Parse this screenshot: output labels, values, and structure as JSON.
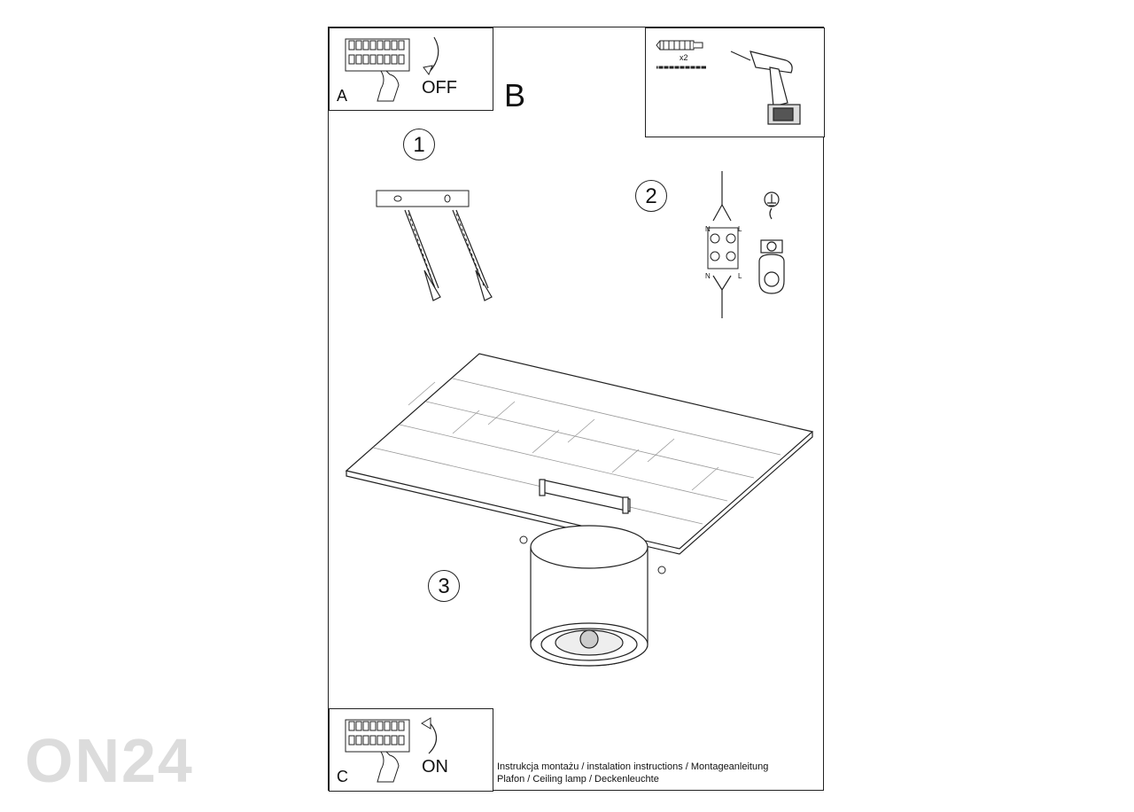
{
  "watermark": "ON24",
  "panel_a": {
    "letter": "A",
    "switch_label": "OFF"
  },
  "panel_b": {
    "letter": "B",
    "anchor_count": "x2"
  },
  "panel_c": {
    "letter": "C",
    "switch_label": "ON"
  },
  "steps": {
    "one": "1",
    "two": "2",
    "three": "3"
  },
  "wiring": {
    "n_top": "N",
    "l_top": "L",
    "n_bottom": "N",
    "l_bottom": "L"
  },
  "caption": {
    "line1": "Instrukcja montażu / instalation instructions / Montageanleitung",
    "line2": "Plafon / Ceiling lamp / Deckenleuchte"
  }
}
